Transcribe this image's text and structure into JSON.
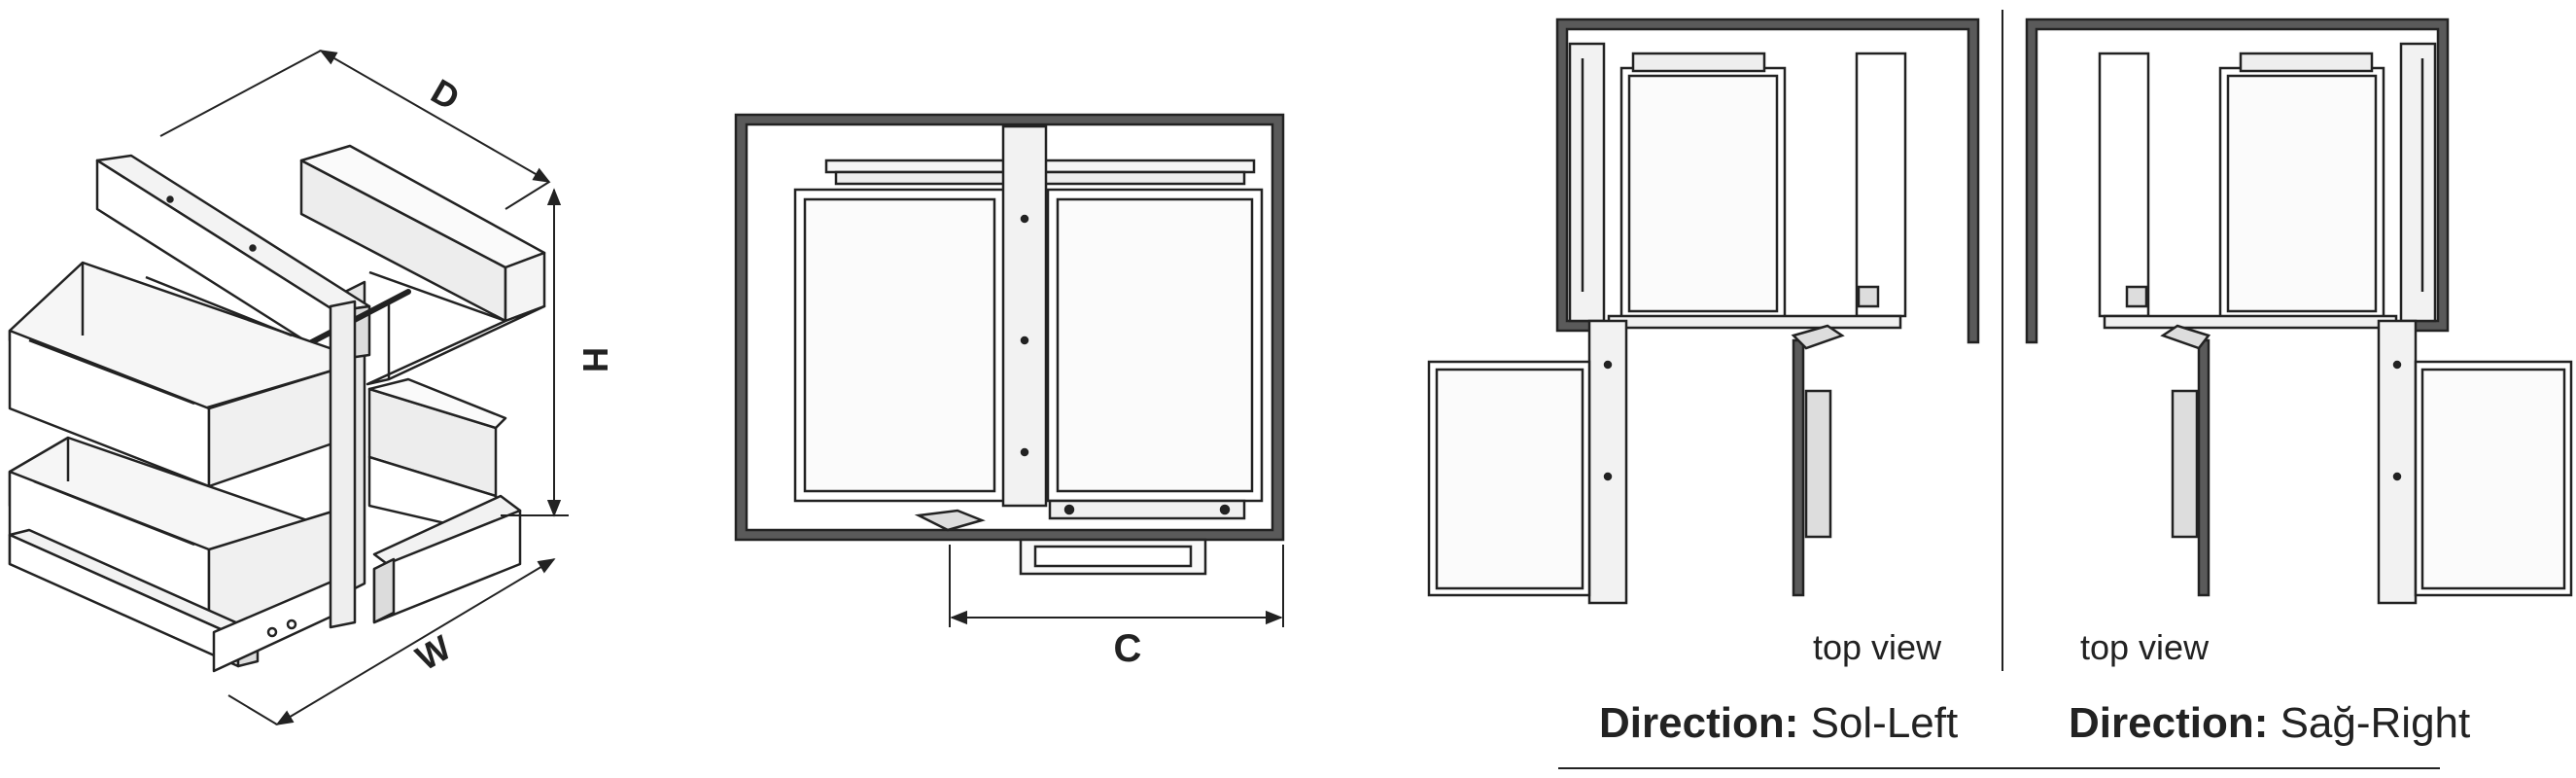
{
  "dimensions": {
    "depth_label": "D",
    "height_label": "H",
    "width_label": "W",
    "clearance_label": "C"
  },
  "views": {
    "left": {
      "view_label": "top view",
      "direction_prefix": "Direction:",
      "direction_value": " Sol-Left"
    },
    "right": {
      "view_label": "top view",
      "direction_prefix": "Direction:",
      "direction_value": " Sağ-Right"
    }
  },
  "colors": {
    "line": "#222222",
    "cabinet_wall": "#5a5a5a",
    "fill_light": "#f7f7f7",
    "fill_mid": "#dcdcdc"
  }
}
